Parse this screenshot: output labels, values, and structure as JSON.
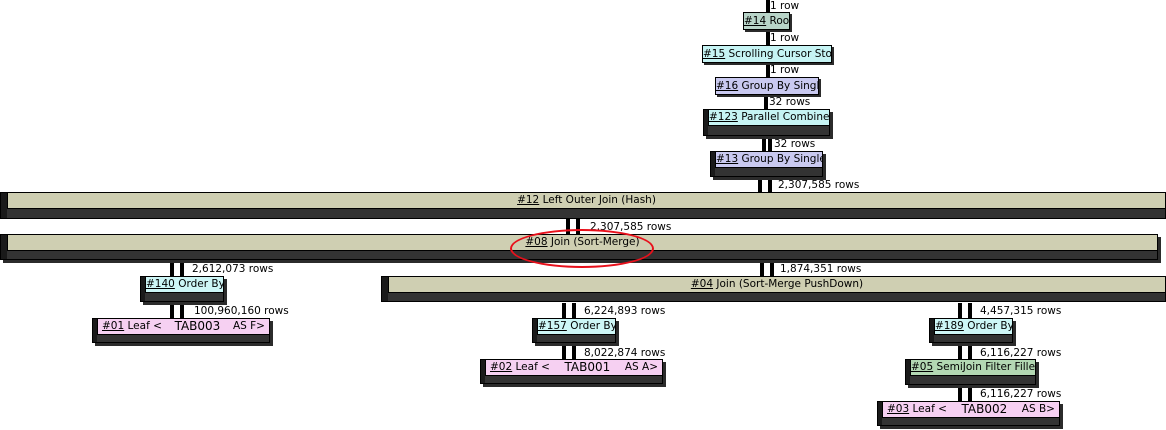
{
  "colors": {
    "root": "#b8d4c8",
    "cursor": "#c6f4f4",
    "group": "#c9c9f0",
    "join": "#cfcfb2",
    "order": "#cdf6f6",
    "leaf": "#f6d0f2",
    "semijoin": "#b3d8b3",
    "highlight": "#e8101b"
  },
  "edges": {
    "e1": "1 row",
    "e2": "1 row",
    "e3": "1 row",
    "e4": "32 rows",
    "e5": "32 rows",
    "e6": "2,307,585 rows",
    "e7": "2,307,585 rows",
    "e8": "2,612,073 rows",
    "e9": "1,874,351 rows",
    "e10": "100,960,160 rows",
    "e11": "6,224,893 rows",
    "e12": "4,457,315 rows",
    "e13": "8,022,874 rows",
    "e14": "6,116,227 rows",
    "e15": "6,116,227 rows"
  },
  "nodes": {
    "n14": {
      "id": "#14",
      "label": "Root"
    },
    "n15": {
      "id": "#15",
      "label": "Scrolling Cursor Store"
    },
    "n16": {
      "id": "#16",
      "label": "Group By Single"
    },
    "n123": {
      "id": "#123",
      "label": "Parallel Combiner"
    },
    "n13": {
      "id": "#13",
      "label": "Group By Single"
    },
    "n12": {
      "id": "#12",
      "label": "Left Outer Join (Hash)"
    },
    "n08": {
      "id": "#08",
      "label": "Join (Sort-Merge)"
    },
    "n140": {
      "id": "#140",
      "label": "Order By"
    },
    "n04": {
      "id": "#04",
      "label": "Join (Sort-Merge PushDown)"
    },
    "n01": {
      "id": "#01",
      "label": "Leaf <",
      "table": "TAB003",
      "alias": "AS F>"
    },
    "n157": {
      "id": "#157",
      "label": "Order By"
    },
    "n189": {
      "id": "#189",
      "label": "Order By"
    },
    "n02": {
      "id": "#02",
      "label": "Leaf <",
      "table": "TAB001",
      "alias": "AS A>"
    },
    "n05": {
      "id": "#05",
      "label": "SemiJoin Filter Filler"
    },
    "n03": {
      "id": "#03",
      "label": "Leaf <",
      "table": "TAB002",
      "alias": "AS B>"
    }
  }
}
